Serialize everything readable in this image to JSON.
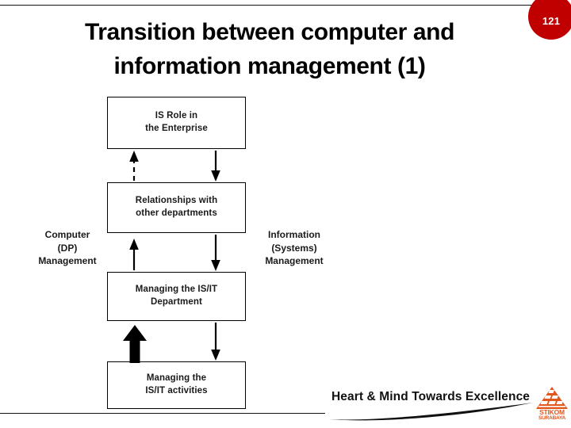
{
  "slide": {
    "number": "121",
    "badge_color": "#C00000",
    "title_line_1": "Transition between computer and",
    "title_line_2": "information management (1)"
  },
  "diagram": {
    "boxes": [
      {
        "id": "is-role",
        "line_1": "IS Role in",
        "line_2": "the Enterprise"
      },
      {
        "id": "relationships",
        "line_1": "Relationships with",
        "line_2": "other departments"
      },
      {
        "id": "managing-dept",
        "line_1": "Managing the IS/IT",
        "line_2": "Department"
      },
      {
        "id": "managing-activities",
        "line_1": "Managing the",
        "line_2": "IS/IT activities"
      }
    ],
    "left_label": {
      "line_1": "Computer",
      "line_2": "(DP)",
      "line_3": "Management"
    },
    "right_label": {
      "line_1": "Information",
      "line_2": "(Systems)",
      "line_3": "Management"
    },
    "arrows": [
      {
        "name": "down-arrow-is-role-to-relationships",
        "direction": "down",
        "style": "solid"
      },
      {
        "name": "up-arrow-relationships-to-is-role",
        "direction": "up",
        "style": "dashed"
      },
      {
        "name": "down-arrow-relationships-to-managing-dept",
        "direction": "down",
        "style": "solid"
      },
      {
        "name": "up-arrow-managing-dept-to-relationships",
        "direction": "up",
        "style": "solid"
      },
      {
        "name": "down-arrow-managing-dept-to-activities",
        "direction": "down",
        "style": "solid"
      },
      {
        "name": "up-arrow-activities-to-managing-dept",
        "direction": "up",
        "style": "thick-solid"
      }
    ]
  },
  "footer": {
    "tagline": "Heart & Mind Towards Excellence",
    "logo_name": "STIKOM",
    "logo_sub": "SURABAYA",
    "logo_color": "#E2571E"
  }
}
